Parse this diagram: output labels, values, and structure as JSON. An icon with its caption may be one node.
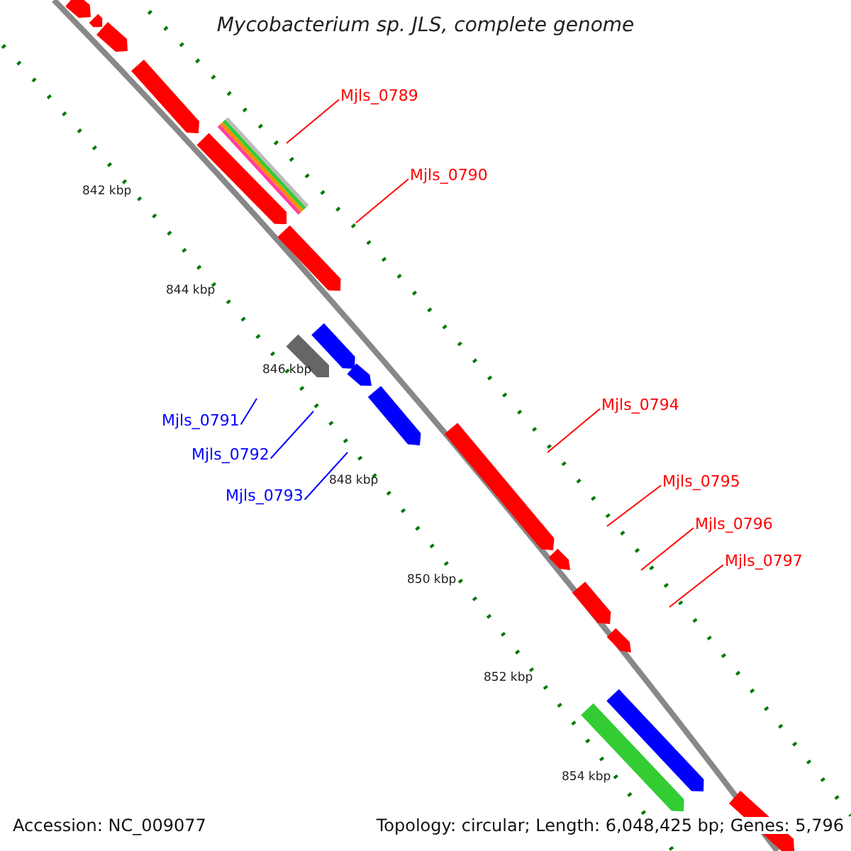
{
  "diagram": {
    "title": "Mycobacterium sp. JLS, complete genome",
    "nodes": [
      {
        "text": [
          "Mjls_0789"
        ]
      },
      {
        "text": [
          "Mjls_0790"
        ]
      },
      {
        "text": [
          "Mjls_0791"
        ]
      },
      {
        "text": [
          "Mjls_0792"
        ]
      },
      {
        "text": [
          "Mjls_0793"
        ]
      },
      {
        "text": [
          "Mjls_0794"
        ]
      },
      {
        "text": [
          "Mjls_0795"
        ]
      },
      {
        "text": [
          "Mjls_0796"
        ]
      },
      {
        "text": [
          "Mjls_0797"
        ]
      }
    ],
    "edges": [
      {
        "from": 0,
        "to": null,
        "arrow": "none"
      },
      {
        "from": 1,
        "to": null,
        "arrow": "none"
      },
      {
        "from": 2,
        "to": null,
        "arrow": "none",
        "color": "#0000ff"
      },
      {
        "from": 3,
        "to": null,
        "arrow": "none",
        "color": "#0000ff"
      },
      {
        "from": 4,
        "to": null,
        "arrow": "none",
        "color": "#0000ff"
      },
      {
        "from": 5,
        "to": null,
        "arrow": "none"
      },
      {
        "from": 6,
        "to": null,
        "arrow": "none"
      },
      {
        "from": 7,
        "to": null,
        "arrow": "none"
      },
      {
        "from": 8,
        "to": null,
        "arrow": "none"
      }
    ],
    "labels": [
      "842 kbp",
      "844 kbp",
      "846 kbp",
      "848 kbp",
      "850 kbp",
      "852 kbp",
      "854 kbp",
      "Accession: NC_009077",
      "Topology: circular; Length: 6,048,425 bp; Genes: 5,796"
    ]
  }
}
